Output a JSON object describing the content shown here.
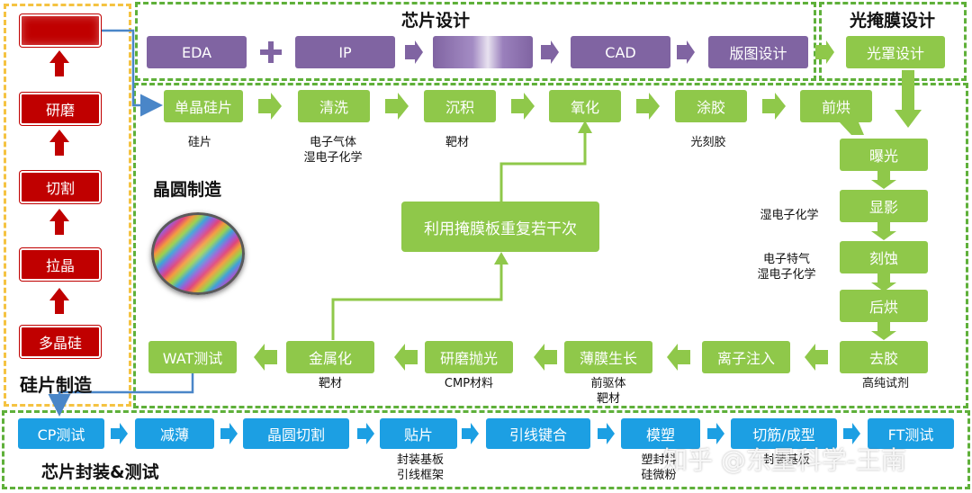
{
  "chip_design": {
    "title": "芯片设计",
    "steps": [
      "EDA",
      "IP",
      "",
      "CAD",
      "版图设计"
    ]
  },
  "mask_design": {
    "title": "光掩膜设计",
    "step": "光罩设计"
  },
  "wafer_making": {
    "title": "硅片制造",
    "steps": [
      "",
      "研磨",
      "切割",
      "拉晶",
      "多晶硅"
    ]
  },
  "fab": {
    "title": "晶圆制造",
    "top_row": [
      "单晶硅片",
      "清洗",
      "沉积",
      "氧化",
      "涂胶",
      "前烘"
    ],
    "top_notes": [
      "硅片",
      "电子气体\n湿电子化学",
      "靶材",
      "光刻胶"
    ],
    "right_col": [
      "曝光",
      "显影",
      "刻蚀",
      "后烘",
      "去胶"
    ],
    "right_notes": [
      "湿电子化学",
      "电子特气\n湿电子化学",
      "高纯试剂"
    ],
    "bottom_row": [
      "离子注入",
      "薄膜生长",
      "研磨抛光",
      "金属化",
      "WAT测试"
    ],
    "bottom_notes": [
      "前驱体\n靶材",
      "CMP材料",
      "靶材"
    ],
    "repeat": "利用掩膜板重复若干次"
  },
  "packaging": {
    "title": "芯片封装&测试",
    "steps": [
      "CP测试",
      "减薄",
      "晶圆切割",
      "贴片",
      "引线键合",
      "模塑",
      "切筋/成型",
      "FT测试"
    ],
    "notes": [
      "封装基板\n引线框架",
      "塑封料\n硅微粉",
      "封装基板"
    ]
  },
  "watermark": "知乎 @东量科学-王南",
  "colors": {
    "purple": "#8064a2",
    "green": "#8fc84a",
    "red": "#c00000",
    "blue": "#1c9fe3",
    "dash_yellow": "#f5c342",
    "dash_green": "#5fb03a"
  }
}
